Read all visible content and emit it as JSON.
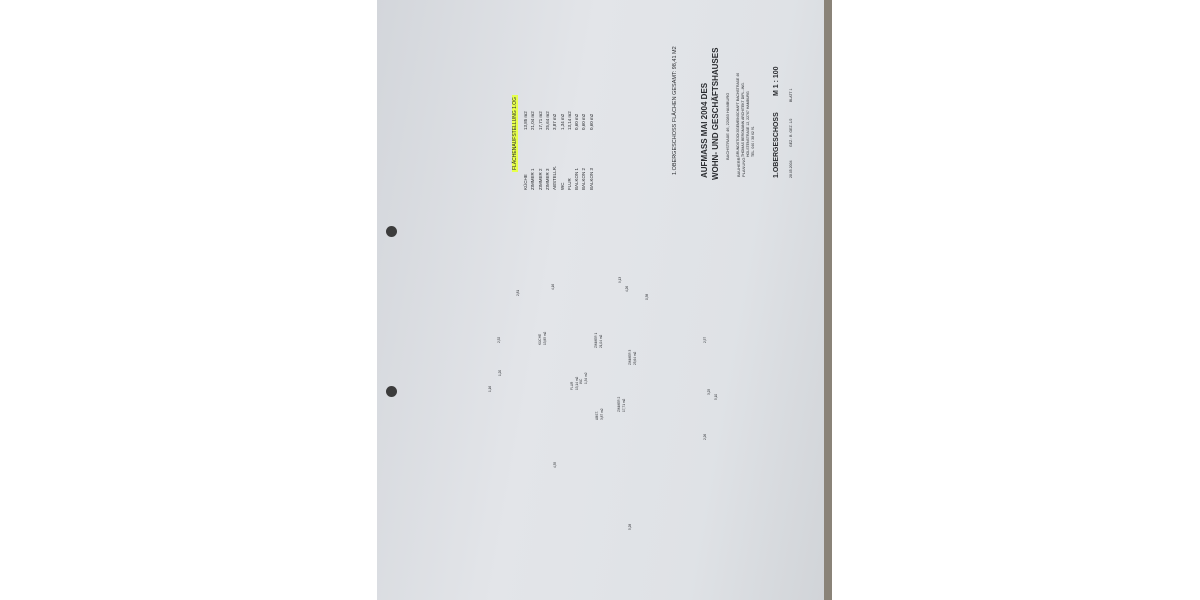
{
  "legend": {
    "title": "FLÄCHENAUFSTELLUNG 1.OG",
    "rows": [
      {
        "room": "KÜCHE",
        "area": "13,85 m2"
      },
      {
        "room": "ZIMMER 1",
        "area": "21,04 m2"
      },
      {
        "room": "ZIMMER 2",
        "area": "17,71 m2"
      },
      {
        "room": "ZIMMER 3",
        "area": "25,64 m2"
      },
      {
        "room": "ABSTELLR.",
        "area": "3,87 m2"
      },
      {
        "room": "WC",
        "area": "1,34 m2"
      },
      {
        "room": "FLUR",
        "area": "13,14 m2"
      },
      {
        "room": "BALKON 1",
        "area": "0,60 m2"
      },
      {
        "room": "BALKON 2",
        "area": "0,60 m2"
      },
      {
        "room": "BALKON 3",
        "area": "0,60 m2"
      }
    ],
    "total": "1.OBERGESCHOSS FLÄCHEN GESAMT: 98,41 M2"
  },
  "title_block": {
    "heading_line1": "AUFMASS MAI 2004 DES",
    "heading_line2": "WOHN- UND GESCHÄFTSHAUSES",
    "address": "BACHSTRAßE 46, 22083 HAMBURG",
    "bauherr_label": "BAUHERR:",
    "bauherr_text": "GRUNDSTÜCKSGEMEINSCHAFT BACHSTRAßE 46",
    "planung_label": "PLANUNG:",
    "planung_line1": "THOMAS BERGMANN ARCHITEKT DIPL.-ING.",
    "planung_line2": "HOLSTENSTRAßE 12, 22767 HAMBURG",
    "planung_line3": "TEL. 040 / 38 62 91",
    "floor": "1.OBERGESCHOSS",
    "scale": "M 1 : 100",
    "date": "28.05.2004",
    "plan_no": "GEZ.: B. GEZ. 1/2",
    "sheet": "BLATT 1"
  },
  "room_labels": [
    {
      "name": "KÜCHE",
      "area": "13,85 m2"
    },
    {
      "name": "ZIMMER 1",
      "area": "21,04 m2"
    },
    {
      "name": "ZIMMER 2",
      "area": "17,71 m2"
    },
    {
      "name": "ZIMMER 3",
      "area": "25,64 m2"
    },
    {
      "name": "FLUR",
      "area": "13,14 m2"
    },
    {
      "name": "WC",
      "area": "1,34 m2"
    },
    {
      "name": "ABST.",
      "area": "3,87 m2"
    }
  ],
  "dimensions": {
    "top_total": "9,13",
    "top_a": "4,16",
    "top_b": "4,26",
    "top_c": "2,81",
    "top_d": "0,38",
    "right_a": "2,57",
    "right_b": "3,25",
    "right_c": "2,26",
    "right_d": "5,10",
    "left_a": "2,52",
    "left_b": "1,20",
    "left_c": "1,16",
    "left_d": "4,35",
    "bottom": "5,28"
  }
}
